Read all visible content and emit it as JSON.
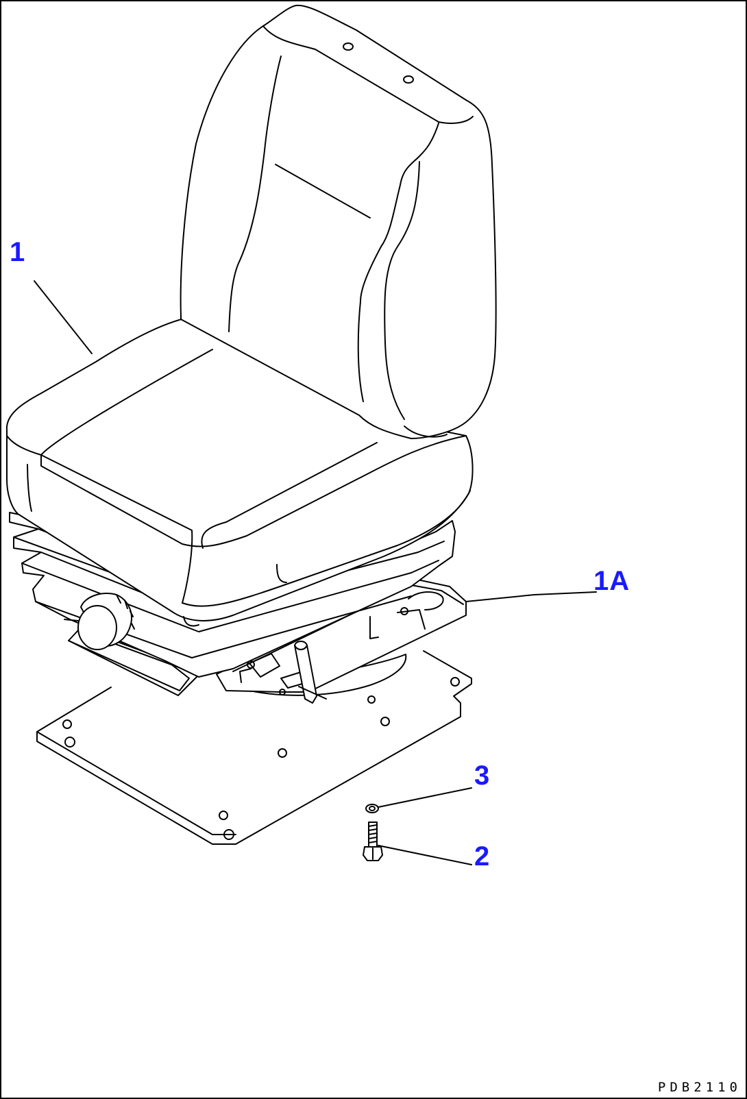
{
  "callouts": {
    "seat_assembly": "1",
    "suspension": "1A",
    "washer": "3",
    "bolt": "2"
  },
  "document_code": "PDB2110",
  "colors": {
    "callout": "#1a1aff",
    "line": "#000000",
    "background": "#ffffff"
  }
}
